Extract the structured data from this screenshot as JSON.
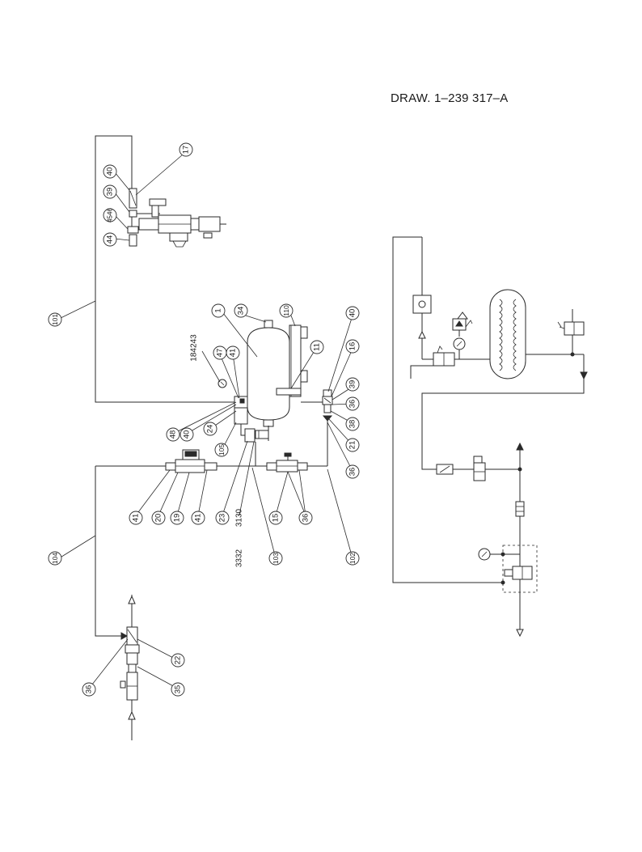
{
  "drawing_number": "DRAW. 1–239 317–A",
  "callouts": [
    {
      "id": "c17",
      "label": "17"
    },
    {
      "id": "c40a",
      "label": "40"
    },
    {
      "id": "c39a",
      "label": "39"
    },
    {
      "id": "c4546",
      "label": "4546"
    },
    {
      "id": "c44",
      "label": "44"
    },
    {
      "id": "c101",
      "label": "101"
    },
    {
      "id": "c1",
      "label": "1"
    },
    {
      "id": "c34",
      "label": "34"
    },
    {
      "id": "c110",
      "label": "110"
    },
    {
      "id": "c40b",
      "label": "40"
    },
    {
      "id": "c11",
      "label": "11"
    },
    {
      "id": "c16",
      "label": "16"
    },
    {
      "id": "c184243",
      "label": "184243"
    },
    {
      "id": "c47",
      "label": "47"
    },
    {
      "id": "c41a",
      "label": "41"
    },
    {
      "id": "c39b",
      "label": "39"
    },
    {
      "id": "c36a",
      "label": "36"
    },
    {
      "id": "c38",
      "label": "38"
    },
    {
      "id": "c48",
      "label": "48"
    },
    {
      "id": "c40c",
      "label": "40"
    },
    {
      "id": "c24",
      "label": "24"
    },
    {
      "id": "c105",
      "label": "105"
    },
    {
      "id": "c21",
      "label": "21"
    },
    {
      "id": "c36b",
      "label": "36"
    },
    {
      "id": "c41b",
      "label": "41"
    },
    {
      "id": "c20",
      "label": "20"
    },
    {
      "id": "c19",
      "label": "19"
    },
    {
      "id": "c41c",
      "label": "41"
    },
    {
      "id": "c23",
      "label": "23"
    },
    {
      "id": "c3332",
      "label": "3332"
    },
    {
      "id": "c3130",
      "label": "3130"
    },
    {
      "id": "c15",
      "label": "15"
    },
    {
      "id": "c36c",
      "label": "36"
    },
    {
      "id": "c104",
      "label": "104"
    },
    {
      "id": "c103",
      "label": "103"
    },
    {
      "id": "c102",
      "label": "102"
    },
    {
      "id": "c22",
      "label": "22"
    },
    {
      "id": "c36d",
      "label": "36"
    },
    {
      "id": "c35",
      "label": "35"
    }
  ]
}
